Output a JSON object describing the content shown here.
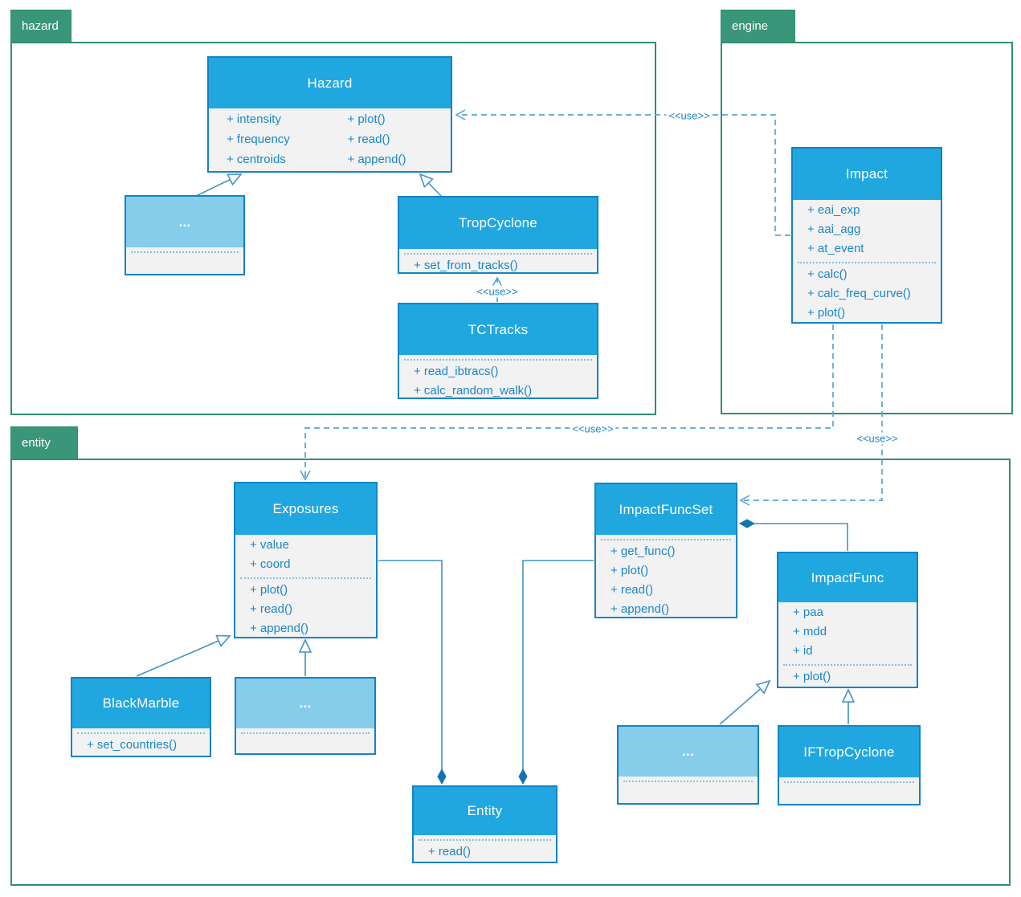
{
  "packages": {
    "hazard": {
      "label": "hazard"
    },
    "engine": {
      "label": "engine"
    },
    "entity": {
      "label": "entity"
    }
  },
  "classes": {
    "hazard": {
      "title": "Hazard",
      "attrs": [
        "+ intensity",
        "+ frequency",
        "+ centroids"
      ],
      "methods": [
        "+ plot()",
        "+ read()",
        "+ append()"
      ]
    },
    "hazard_other": {
      "title": "..."
    },
    "tropcyclone": {
      "title": "TropCyclone",
      "methods": [
        "+ set_from_tracks()"
      ]
    },
    "tctracks": {
      "title": "TCTracks",
      "methods": [
        "+ read_ibtracs()",
        "+ calc_random_walk()"
      ]
    },
    "impact": {
      "title": "Impact",
      "attrs": [
        "+ eai_exp",
        "+ aai_agg",
        "+ at_event"
      ],
      "methods": [
        "+ calc()",
        "+ calc_freq_curve()",
        "+ plot()"
      ]
    },
    "exposures": {
      "title": "Exposures",
      "attrs": [
        "+ value",
        "+ coord"
      ],
      "methods": [
        "+ plot()",
        "+ read()",
        "+ append()"
      ]
    },
    "blackmarble": {
      "title": "BlackMarble",
      "methods": [
        "+ set_countries()"
      ]
    },
    "exposures_other": {
      "title": "..."
    },
    "entity_class": {
      "title": "Entity",
      "methods": [
        "+ read()"
      ]
    },
    "impactfuncset": {
      "title": "ImpactFuncSet",
      "methods": [
        "+ get_func()",
        "+ plot()",
        "+ read()",
        "+ append()"
      ]
    },
    "impactfunc": {
      "title": "ImpactFunc",
      "attrs": [
        "+ paa",
        "+ mdd",
        "+ id"
      ],
      "methods": [
        "+ plot()"
      ]
    },
    "impactfunc_other": {
      "title": "..."
    },
    "iftropcyclone": {
      "title": "IFTropCyclone"
    }
  },
  "labels": {
    "use": "<<use>>"
  },
  "colors": {
    "package_green": "#3a9679",
    "package_border": "#2f8f72",
    "class_header_blue": "#21a7e0",
    "class_header_light_blue": "#86cdec",
    "class_border_blue": "#1283c5",
    "class_body_gray": "#f2f2f2",
    "member_text_blue": "#1b86c8",
    "connector_blue": "#4193c9",
    "diamond_blue": "#0f76b6"
  }
}
